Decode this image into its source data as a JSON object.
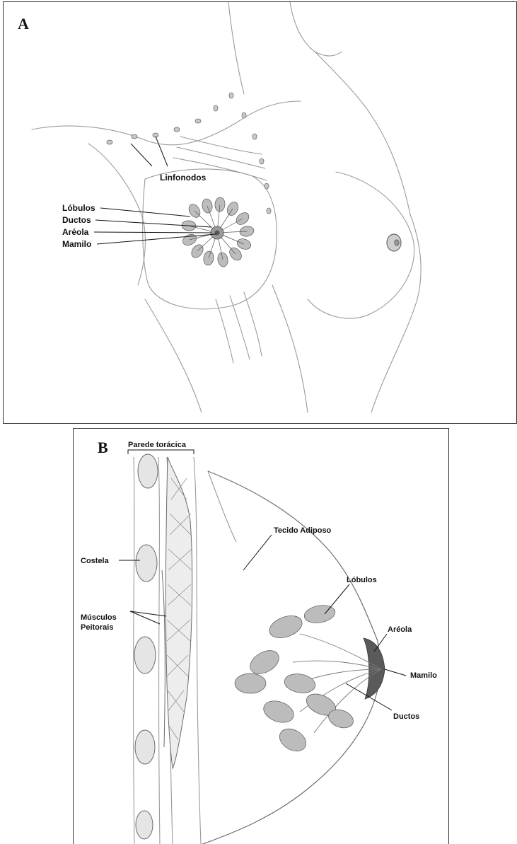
{
  "panels": [
    {
      "letter": "A",
      "labels": {
        "lymph_nodes": "Linfonodos",
        "lobules": "Lóbulos",
        "ducts": "Ductos",
        "areola": "Aréola",
        "nipple": "Mamilo"
      }
    },
    {
      "letter": "B",
      "labels": {
        "chest_wall": "Parede torácica",
        "rib": "Costela",
        "pectoral_muscles_1": "Músculos",
        "pectoral_muscles_2": "Peitorais",
        "adipose_tissue": "Tecido Adiposo",
        "lobules": "Lóbulos",
        "areola": "Aréola",
        "nipple": "Mamilo",
        "ducts": "Ductos"
      }
    }
  ],
  "colors": {
    "line": "#333333",
    "sketch": "#9a9a9a",
    "sketch_dark": "#6b6b6b",
    "shade": "#c9c9c9"
  }
}
